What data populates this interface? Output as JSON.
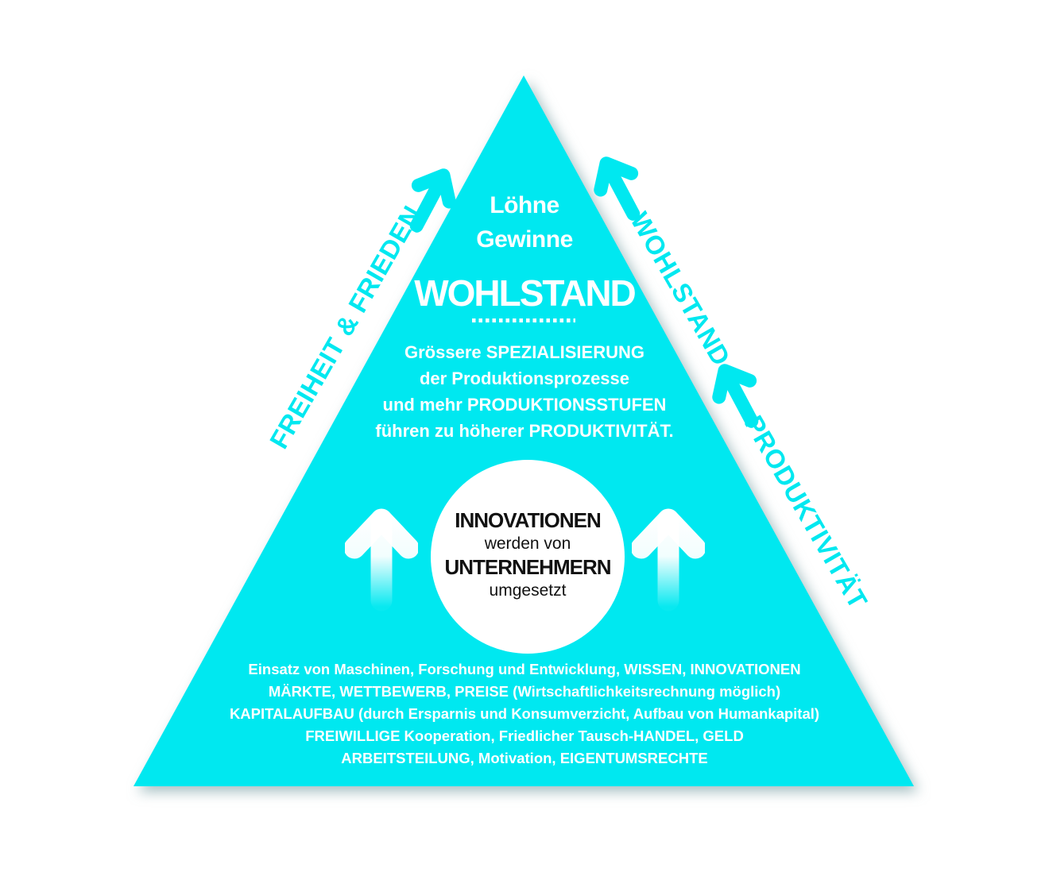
{
  "colors": {
    "cyan": "#00E8F0",
    "white": "#FFFFFF",
    "text_dark": "#111111"
  },
  "apex": {
    "line1": "Löhne",
    "line2": "Gewinne",
    "title": "WOHLSTAND"
  },
  "spezialisierung": {
    "lines": [
      "Grössere SPEZIALISIERUNG",
      "der Produktionsprozesse",
      "und mehr PRODUKTIONSSTUFEN",
      "führen zu höherer PRODUKTIVITÄT."
    ]
  },
  "circle": {
    "lines": [
      "INNOVATIONEN",
      "werden von",
      "UNTERNEHMERN",
      "umgesetzt"
    ]
  },
  "base": {
    "lines": [
      "Einsatz von Maschinen, Forschung und Entwicklung, WISSEN, INNOVATIONEN",
      "MÄRKTE, WETTBEWERB, PREISE (Wirtschaftlichkeitsrechnung möglich)",
      "KAPITALAUFBAU (durch Ersparnis und Konsumverzicht, Aufbau von Humankapital)",
      "FREIWILLIGE Kooperation, Friedlicher Tausch-HANDEL, GELD",
      "ARBEITSTEILUNG, Motivation, EIGENTUMSRECHTE"
    ]
  },
  "edge_labels": {
    "left": "FREIHEIT & FRIEDEN",
    "right_top": "WOHLSTAND",
    "right_bottom": "PRODUKTIVITÄT"
  }
}
